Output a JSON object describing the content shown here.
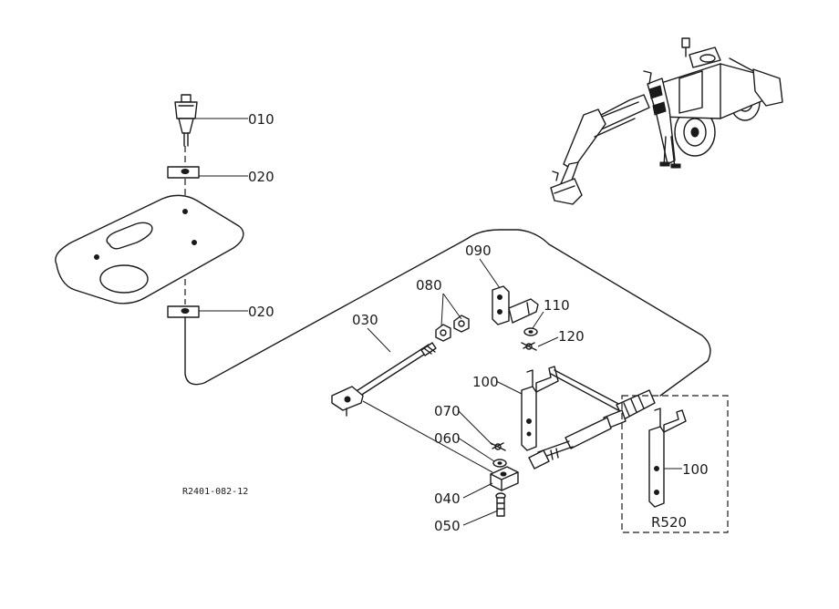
{
  "drawing_code": "R2401-082-12",
  "variant_label": "R520",
  "parts": {
    "p010": "010",
    "p020_top": "020",
    "p020_bottom": "020",
    "p030": "030",
    "p040": "040",
    "p050": "050",
    "p060": "060",
    "p070": "070",
    "p080": "080",
    "p090": "090",
    "p100_main": "100",
    "p100_variant": "100",
    "p110": "110",
    "p120": "120"
  }
}
